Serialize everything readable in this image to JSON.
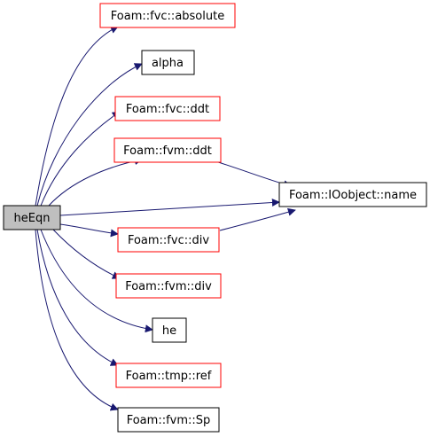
{
  "colors": {
    "edge": "#191970",
    "root_fill": "#bfbfbf",
    "node_border_default": "#000000",
    "node_border_linked": "#ff0000",
    "node_fill": "#ffffff"
  },
  "nodes": {
    "heEqn": {
      "label": "heEqn",
      "style": "root"
    },
    "fvc_absolute": {
      "label": "Foam::fvc::absolute",
      "style": "linked"
    },
    "alpha": {
      "label": "alpha",
      "style": "default"
    },
    "fvc_ddt": {
      "label": "Foam::fvc::ddt",
      "style": "linked"
    },
    "fvm_ddt": {
      "label": "Foam::fvm::ddt",
      "style": "linked"
    },
    "ioobject_name": {
      "label": "Foam::IOobject::name",
      "style": "default"
    },
    "fvc_div": {
      "label": "Foam::fvc::div",
      "style": "linked"
    },
    "fvm_div": {
      "label": "Foam::fvm::div",
      "style": "linked"
    },
    "he": {
      "label": "he",
      "style": "default"
    },
    "tmp_ref": {
      "label": "Foam::tmp::ref",
      "style": "linked"
    },
    "fvm_Sp": {
      "label": "Foam::fvm::Sp",
      "style": "default"
    }
  },
  "edges": [
    {
      "from": "heEqn",
      "to": "fvc_absolute"
    },
    {
      "from": "heEqn",
      "to": "alpha"
    },
    {
      "from": "heEqn",
      "to": "fvc_ddt"
    },
    {
      "from": "heEqn",
      "to": "fvm_ddt"
    },
    {
      "from": "heEqn",
      "to": "ioobject_name"
    },
    {
      "from": "heEqn",
      "to": "fvc_div"
    },
    {
      "from": "heEqn",
      "to": "fvm_div"
    },
    {
      "from": "heEqn",
      "to": "he"
    },
    {
      "from": "heEqn",
      "to": "tmp_ref"
    },
    {
      "from": "heEqn",
      "to": "fvm_Sp"
    },
    {
      "from": "fvm_ddt",
      "to": "ioobject_name"
    },
    {
      "from": "fvc_div",
      "to": "ioobject_name"
    }
  ]
}
